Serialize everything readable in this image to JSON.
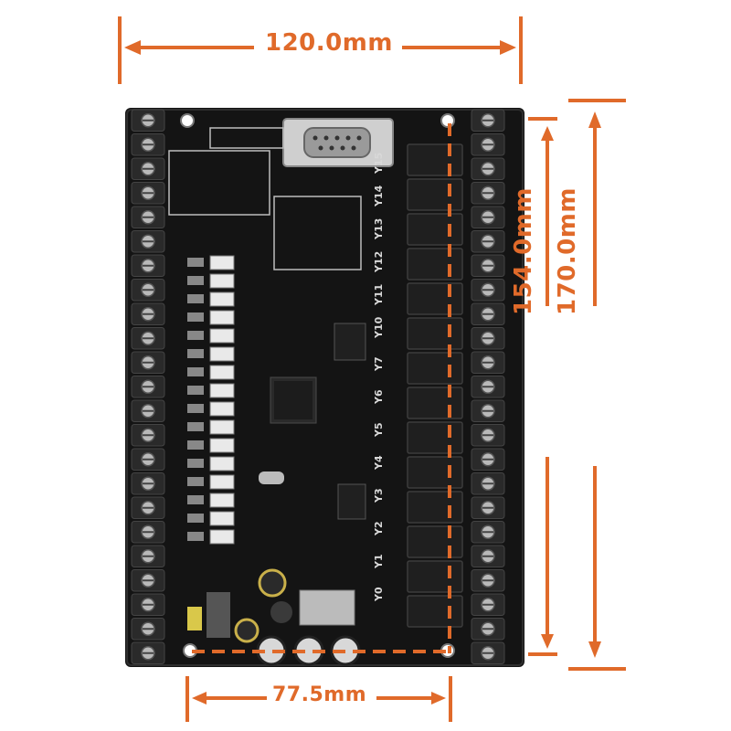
{
  "dimensions": {
    "width_top": "120.0mm",
    "hole_spacing_bottom": "77.5mm",
    "hole_spacing_vertical": "154.0mm",
    "height_outer": "170.0mm"
  },
  "board_labels": {
    "outputs": [
      "Y15",
      "Y14",
      "Y13",
      "Y12",
      "Y11",
      "Y10",
      "Y7",
      "Y6",
      "Y5",
      "Y4",
      "Y3",
      "Y2",
      "Y1",
      "Y0"
    ]
  },
  "colors": {
    "dimension_accent": "#e06a2a",
    "pcb": "#141414",
    "relay": "#1f1f1f",
    "terminal": "#2a2a2a"
  }
}
